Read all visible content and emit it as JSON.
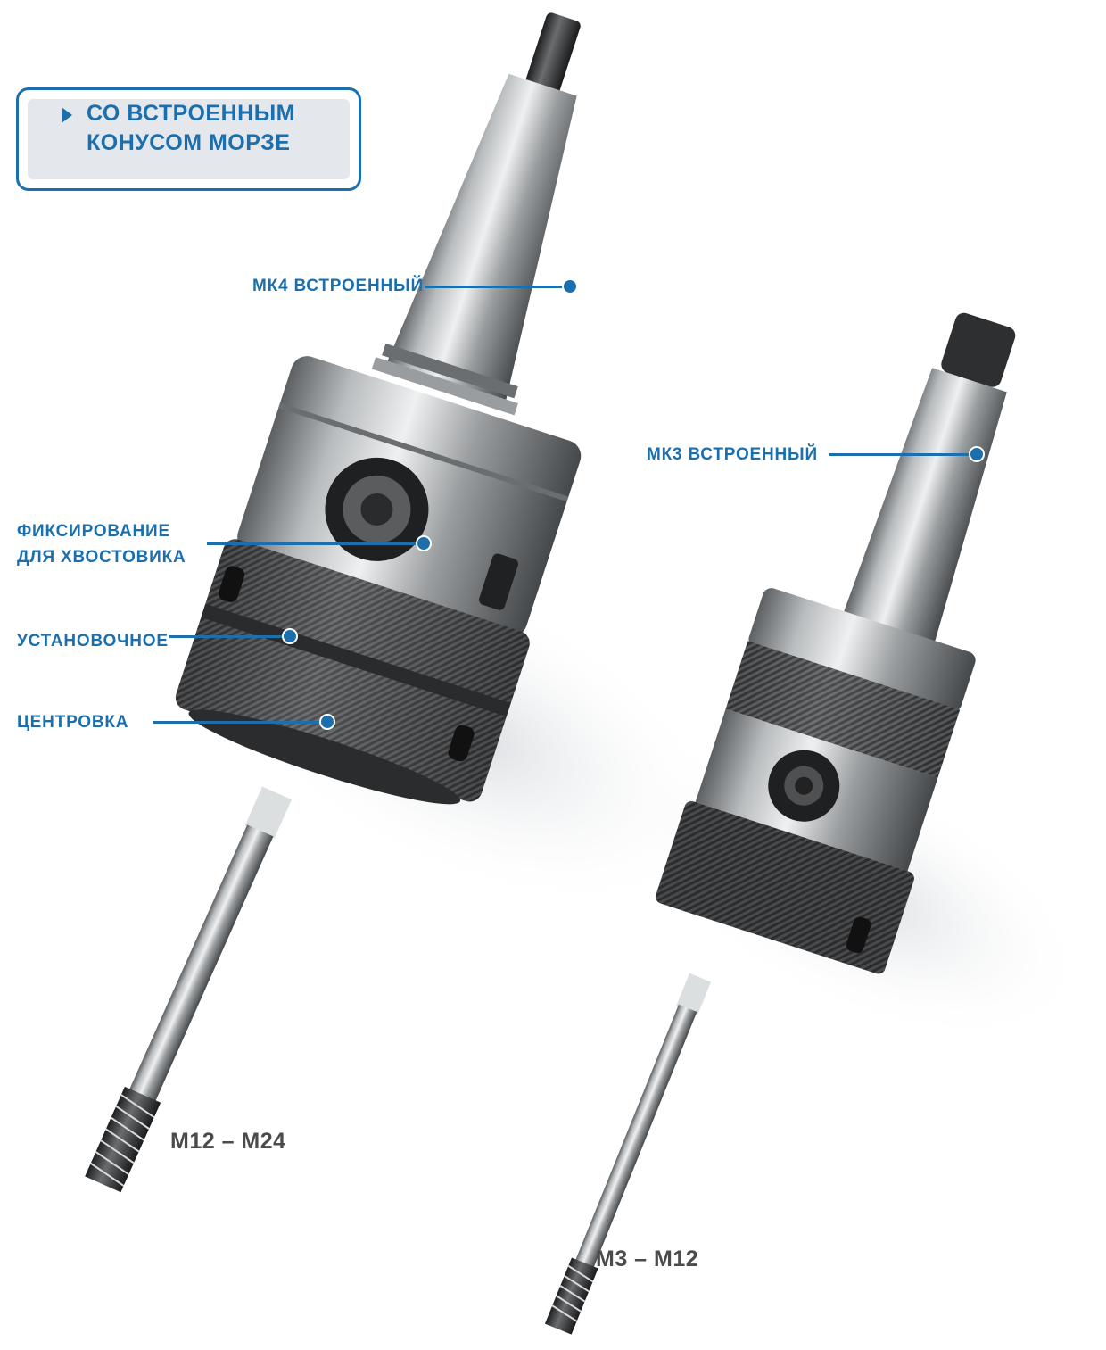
{
  "badge": {
    "line1": "СО ВСТРОЕННЫМ",
    "line2": "КОНУСОМ МОРЗЕ",
    "icon": "triangle-right-icon"
  },
  "callouts": {
    "mk4": "МК4 ВСТРОЕННЫЙ",
    "mk3": "МК3 ВСТРОЕННЫЙ",
    "fix_line1": "ФИКСИРОВАНИЕ",
    "fix_line2": "ДЛЯ ХВОСТОВИКА",
    "setting": "УСТАНОВОЧНОЕ",
    "centering": "ЦЕНТРОВКА"
  },
  "sizes": {
    "large": "M12 – M24",
    "small": "M3 – M12"
  },
  "colors": {
    "accent": "#1c6fad",
    "badge_fill": "#e4e8ec",
    "size_text": "#4b4b4b"
  }
}
